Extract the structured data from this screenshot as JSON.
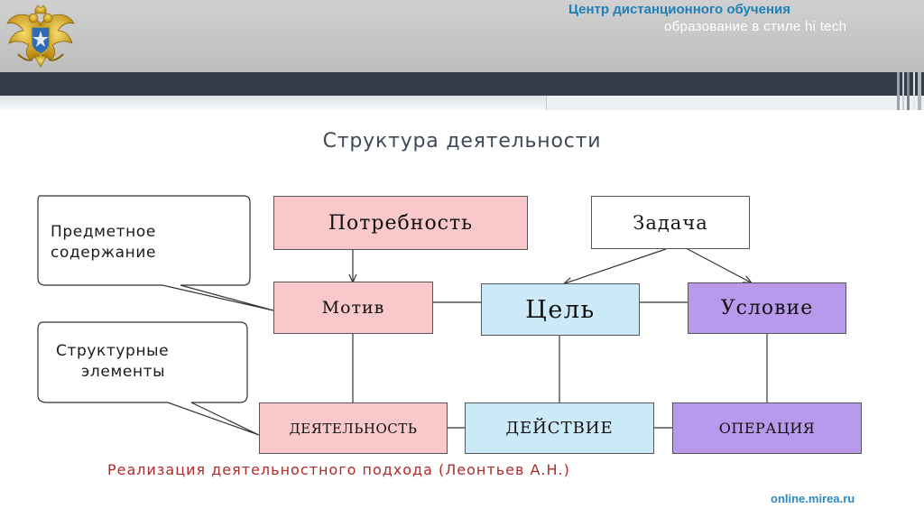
{
  "header": {
    "brand_title": "Центр дистанционного обучения",
    "brand_subtitle": "образование в стиле hi tech",
    "logo_icon": "double-headed-eagle-emblem-icon",
    "colors": {
      "bar": "#343d4a",
      "brand": "#1e7fb8"
    }
  },
  "slide": {
    "title": "Структура деятельности",
    "caption": "Реализация  деятельностного  подхода (Леонтьев А.Н.)",
    "footer_link": "online.mirea.ru"
  },
  "diagram": {
    "callouts": [
      {
        "id": "subject-content",
        "lines": [
          "Предметное",
          "содержание"
        ]
      },
      {
        "id": "structural-elements",
        "lines": [
          "Структурные",
          "элементы"
        ]
      }
    ],
    "nodes": {
      "need": "Потребность",
      "task": "Задача",
      "motive": "Мотив",
      "goal": "Цель",
      "condition": "Условие",
      "activity": "ДЕЯТЕЛЬНОСТЬ",
      "action": "ДЕЙСТВИЕ",
      "operation": "ОПЕРАЦИЯ"
    },
    "colors": {
      "pink": "#f9c8cb",
      "blue": "#cce9f7",
      "purple": "#b999ec",
      "caption": "#b02a2a"
    },
    "edges": [
      {
        "from": "need",
        "to": "motive",
        "arrow": true
      },
      {
        "from": "task",
        "to": "goal",
        "arrow": true
      },
      {
        "from": "task",
        "to": "condition",
        "arrow": true
      },
      {
        "from": "motive",
        "to": "goal",
        "arrow": false
      },
      {
        "from": "goal",
        "to": "condition",
        "arrow": false
      },
      {
        "from": "motive",
        "to": "activity",
        "arrow": false
      },
      {
        "from": "goal",
        "to": "action",
        "arrow": false
      },
      {
        "from": "condition",
        "to": "operation",
        "arrow": false
      },
      {
        "from": "activity",
        "to": "action",
        "arrow": false
      },
      {
        "from": "action",
        "to": "operation",
        "arrow": false
      }
    ]
  }
}
